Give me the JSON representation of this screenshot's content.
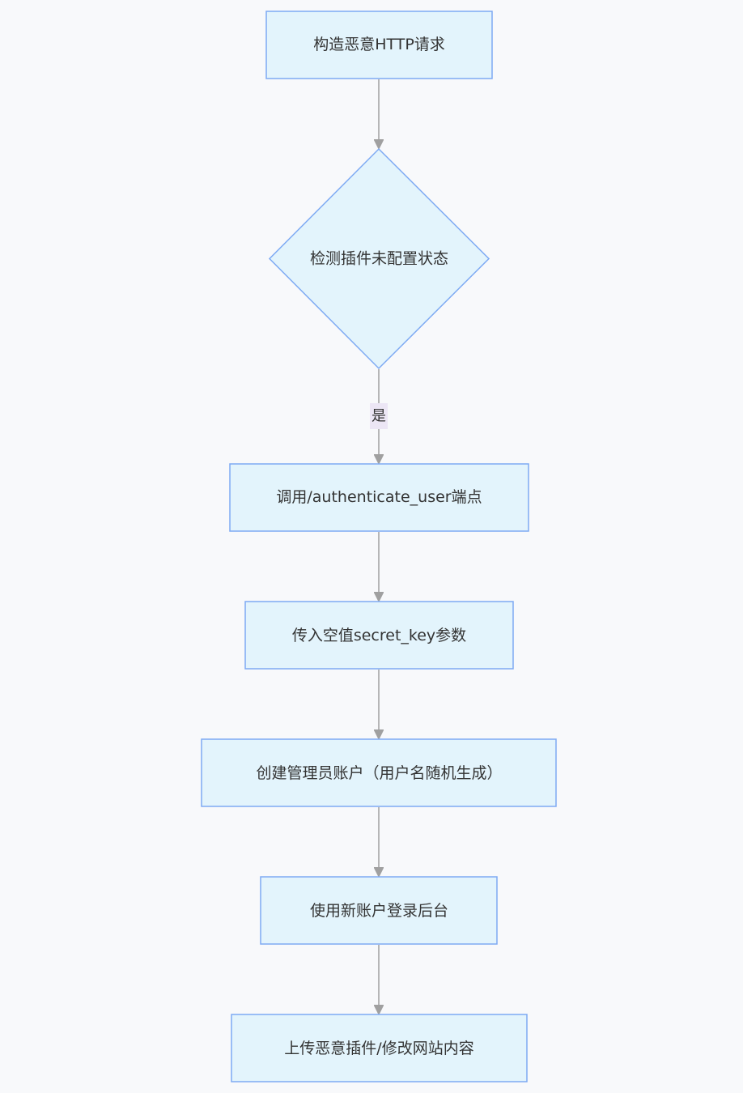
{
  "nodes": {
    "construct": {
      "label": "构造恶意HTTP请求"
    },
    "detect": {
      "label": "检测插件未配置状态"
    },
    "call_endpoint": {
      "label": "调用/authenticate_user端点"
    },
    "empty_key": {
      "label": "传入空值secret_key参数"
    },
    "create_admin": {
      "label": "创建管理员账户（用户名随机生成）"
    },
    "login": {
      "label": "使用新账户登录后台"
    },
    "upload": {
      "label": "上传恶意插件/修改网站内容"
    }
  },
  "edges": {
    "detect_to_call": {
      "label": "是"
    }
  },
  "colors": {
    "node_fill": "#e3f4fc",
    "node_stroke": "#7eaaf3",
    "edge": "#a0a0a0",
    "edge_label_bg": "#ece6f5",
    "background": "#f8f9fb"
  }
}
